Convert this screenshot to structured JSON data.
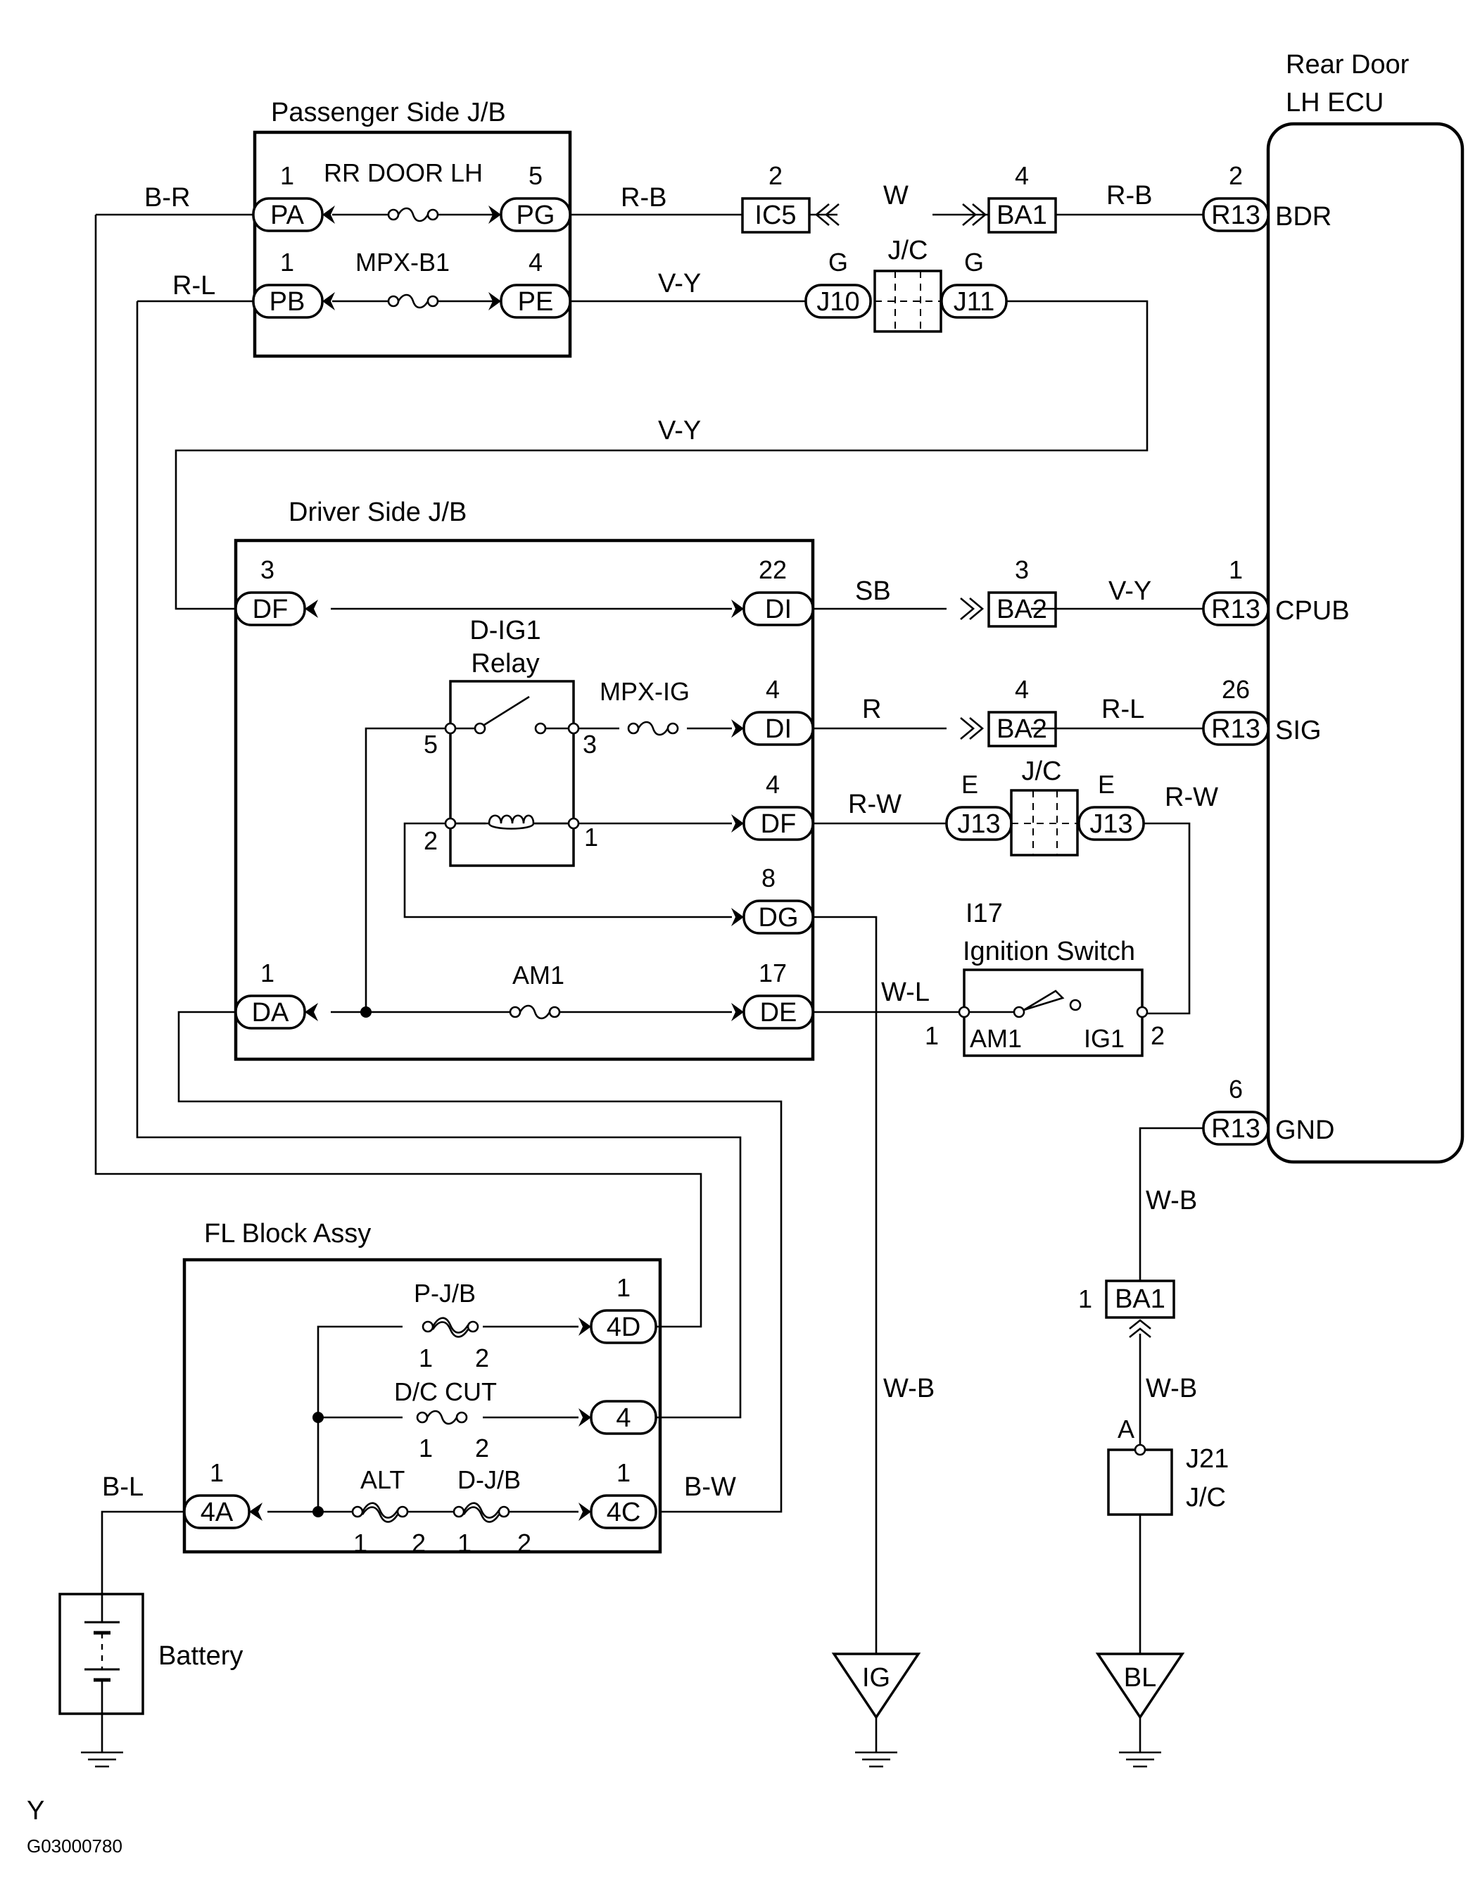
{
  "blocks": {
    "passenger_jb": "Passenger Side J/B",
    "driver_jb": "Driver Side J/B",
    "fl_block": "FL Block Assy",
    "ecu_line1": "Rear Door",
    "ecu_line2": "LH ECU",
    "battery": "Battery",
    "ign_code": "I17",
    "ign_name": "Ignition Switch",
    "j21": "J21",
    "j21_jc": "J/C",
    "jc": "J/C",
    "relay_line1": "D-IG1",
    "relay_line2": "Relay"
  },
  "fuses": {
    "rr_door_lh": "RR DOOR LH",
    "mpx_b1": "MPX-B1",
    "mpx_ig": "MPX-IG",
    "am1": "AM1",
    "p_jb": "P-J/B",
    "dc_cut": "D/C CUT",
    "alt": "ALT",
    "d_jb": "D-J/B"
  },
  "connectors": {
    "PA": "PA",
    "PB": "PB",
    "PG": "PG",
    "PE": "PE",
    "IC5": "IC5",
    "BA1": "BA1",
    "BA2": "BA2",
    "R13": "R13",
    "J10": "J10",
    "J11": "J11",
    "J13": "J13",
    "DF": "DF",
    "DI": "DI",
    "DG": "DG",
    "DA": "DA",
    "DE": "DE",
    "4D": "4D",
    "4": "4",
    "4A": "4A",
    "4C": "4C",
    "IG": "IG",
    "BL": "BL"
  },
  "pins": {
    "pa": "1",
    "pb": "1",
    "pg": "5",
    "pe": "4",
    "ic5": "2",
    "ba1_top": "4",
    "r13_bdr": "2",
    "j10": "G",
    "j11": "G",
    "j13_left": "E",
    "j13_right": "E",
    "df3": "3",
    "di22": "22",
    "ba2_top": "3",
    "r13_cpub": "1",
    "di4": "4",
    "ba2_mid": "4",
    "r13_sig": "26",
    "df4": "4",
    "dg8": "8",
    "da1": "1",
    "de17": "17",
    "r13_gnd": "6",
    "ba1_bot": "1",
    "j21_a": "A",
    "relay_5": "5",
    "relay_3": "3",
    "relay_2": "2",
    "relay_1": "1",
    "ign_1": "1",
    "ign_2": "2",
    "fl_4d": "1",
    "fl_4a": "1",
    "fl_4c": "1",
    "pjb_1": "1",
    "pjb_2": "2",
    "dc_1": "1",
    "dc_2": "2",
    "alt_1": "1",
    "alt_2": "2",
    "djb_1": "1",
    "djb_2": "2"
  },
  "terminals": {
    "bdr": "BDR",
    "cpub": "CPUB",
    "sig": "SIG",
    "gnd": "GND",
    "am1": "AM1",
    "ig1": "IG1"
  },
  "wires": {
    "b_r": "B-R",
    "r_b": "R-B",
    "w": "W",
    "r_b2": "R-B",
    "r_l": "R-L",
    "v_y": "V-Y",
    "v_y_mid": "V-Y",
    "sb": "SB",
    "v_y2": "V-Y",
    "r": "R",
    "r_l2": "R-L",
    "r_w": "R-W",
    "r_w2": "R-W",
    "w_l": "W-L",
    "w_b_gnd": "W-B",
    "w_b_ba1": "W-B",
    "w_b_ig": "W-B",
    "b_l": "B-L",
    "b_w": "B-W"
  },
  "footer": {
    "letter": "Y",
    "code": "G03000780"
  }
}
